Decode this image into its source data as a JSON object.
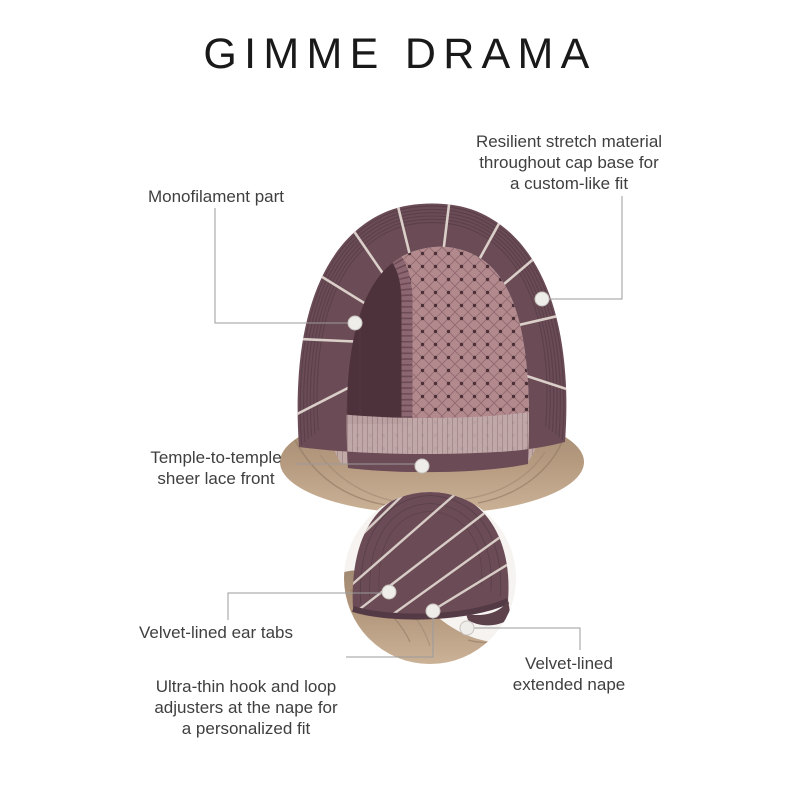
{
  "title": "GIMME DRAMA",
  "callouts": {
    "monofilament_part": {
      "label": "Monofilament part"
    },
    "resilient_stretch": {
      "label": "Resilient stretch material\nthroughout cap base for\na custom-like fit"
    },
    "lace_front": {
      "label": "Temple-to-temple\nsheer lace front"
    },
    "ear_tabs": {
      "label": "Velvet-lined ear tabs"
    },
    "nape_adjusters": {
      "label": "Ultra-thin hook and loop\nadjusters at the nape for\na personalized fit"
    },
    "extended_nape": {
      "label": "Velvet-lined\nextended nape"
    }
  },
  "colors": {
    "cap_ribbed": "#6b4b55",
    "cap_mesh": "#b2898d",
    "monofilament_area": "#4d323b",
    "lace_front": "#c2abaa",
    "hair": "#b59a7f",
    "callout_line": "#9b9b9b",
    "callout_dot": "#efedea",
    "title_text": "#191919",
    "label_text": "#3f3f3f"
  }
}
